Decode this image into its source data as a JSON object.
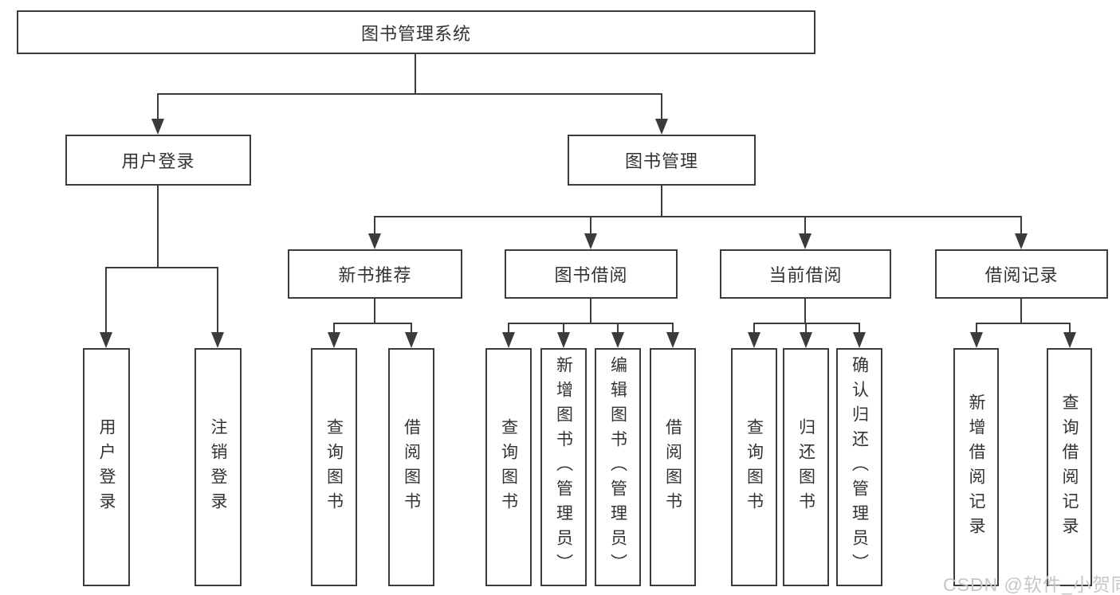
{
  "tree": {
    "label": "图书管理系统",
    "children": [
      {
        "label": "用户登录",
        "children": [
          {
            "label": "用户登录"
          },
          {
            "label": "注销登录"
          }
        ]
      },
      {
        "label": "图书管理",
        "children": [
          {
            "label": "新书推荐",
            "children": [
              {
                "label": "查询图书"
              },
              {
                "label": "借阅图书"
              }
            ]
          },
          {
            "label": "图书借阅",
            "children": [
              {
                "label": "查询图书"
              },
              {
                "label": "新增图书（管理员）"
              },
              {
                "label": "编辑图书（管理员）"
              },
              {
                "label": "借阅图书"
              }
            ]
          },
          {
            "label": "当前借阅",
            "children": [
              {
                "label": "查询图书"
              },
              {
                "label": "归还图书"
              },
              {
                "label": "确认归还（管理员）"
              }
            ]
          },
          {
            "label": "借阅记录",
            "children": [
              {
                "label": "新增借阅记录"
              },
              {
                "label": "查询借阅记录"
              }
            ]
          }
        ]
      }
    ]
  },
  "watermark": {
    "text": "CSDN @软件_小贺同学"
  },
  "colors": {
    "line": "#3b3b3b",
    "box_border": "#3b3b3b",
    "text": "#333333",
    "watermark": "#c4c7ca",
    "background": "#ffffff"
  }
}
